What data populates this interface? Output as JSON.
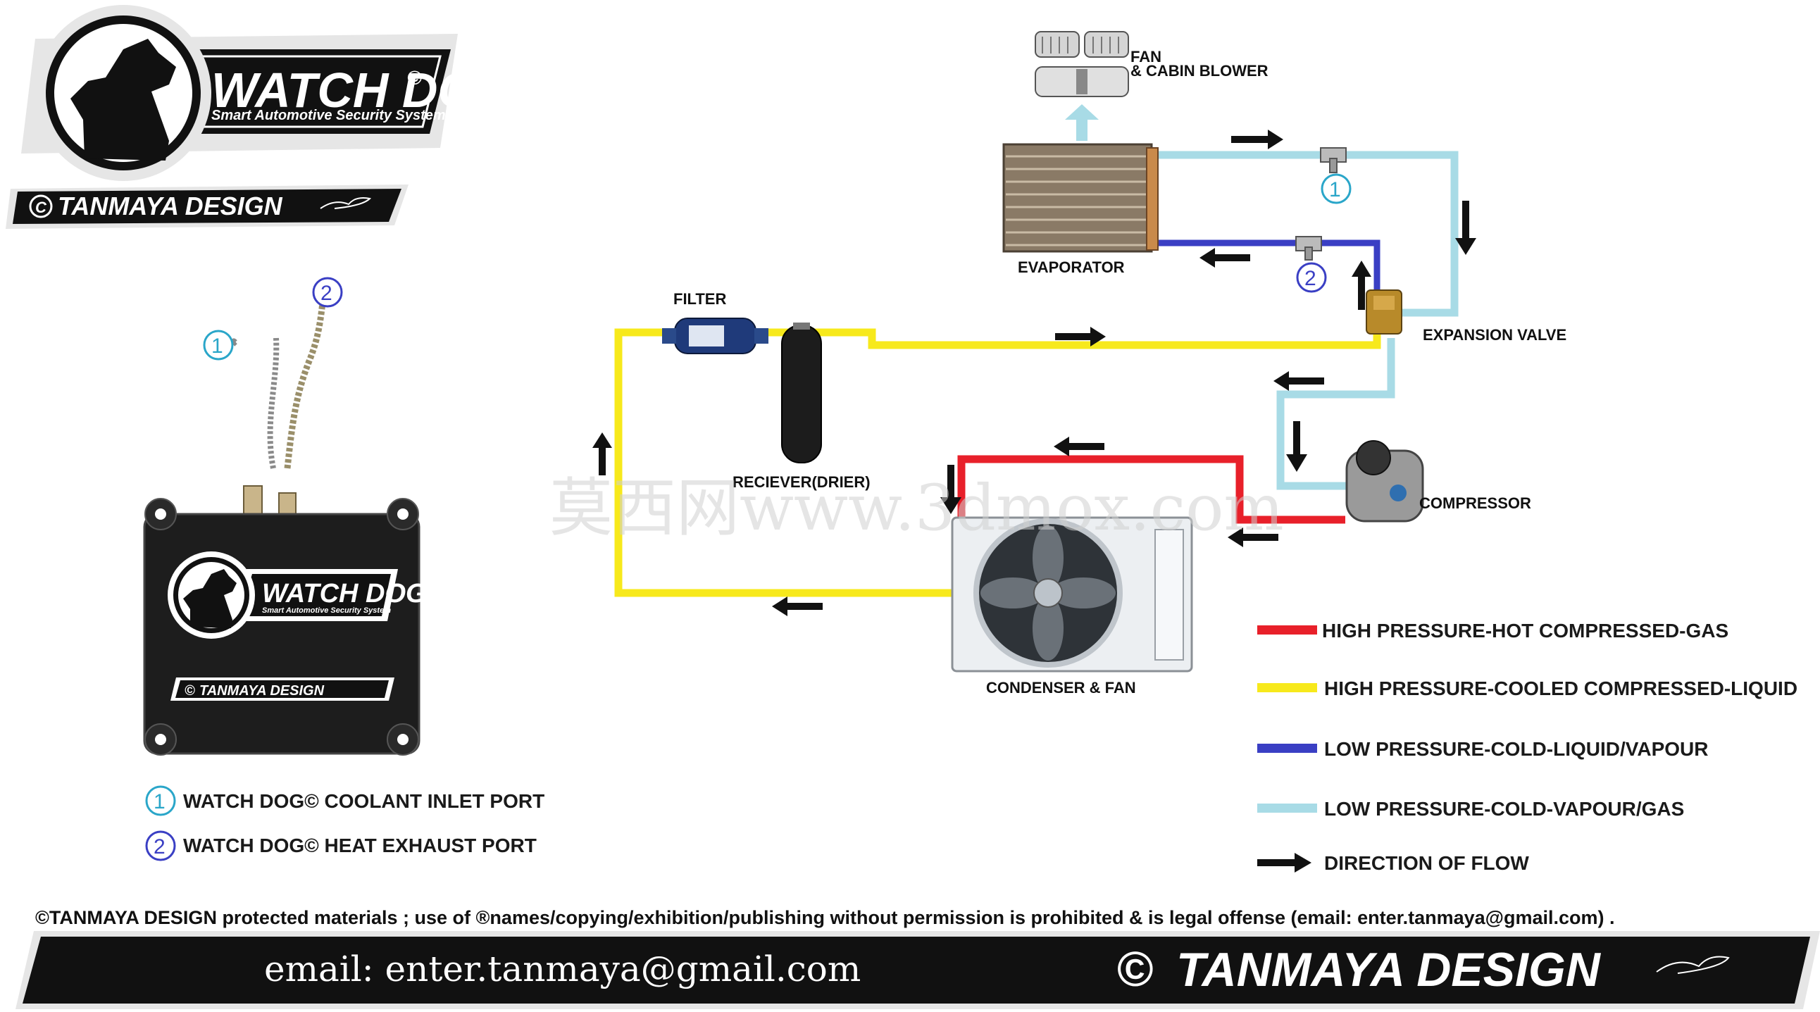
{
  "logo": {
    "title": "WATCH DOG",
    "copyright_mark": "©",
    "subtitle": "Smart Automotive Security System",
    "designer": "TANMAYA DESIGN"
  },
  "device": {
    "title": "WATCH DOG",
    "subtitle": "Smart Automotive Security System",
    "designer": "TANMAYA DESIGN"
  },
  "port_markers": {
    "inlet": "1",
    "exhaust": "2"
  },
  "ports": [
    {
      "num": "1",
      "label": "WATCH DOG© COOLANT INLET PORT"
    },
    {
      "num": "2",
      "label": "WATCH DOG© HEAT EXHAUST PORT"
    }
  ],
  "components": {
    "fan_line1": "FAN",
    "fan_line2": "& CABIN BLOWER",
    "evaporator": "EVAPORATOR",
    "expansion_valve": "EXPANSION VALVE",
    "filter": "FILTER",
    "receiver": "RECIEVER(DRIER)",
    "compressor": "COMPRESSOR",
    "condenser": "CONDENSER & FAN"
  },
  "circuit_markers": {
    "evaporator_out": "1",
    "evaporator_in": "2"
  },
  "legend": [
    {
      "label": "HIGH PRESSURE-HOT COMPRESSED-GAS",
      "color": "#e8202a"
    },
    {
      "label": "HIGH PRESSURE-COOLED COMPRESSED-LIQUID",
      "color": "#f7e91c"
    },
    {
      "label": "LOW PRESSURE-COLD-LIQUID/VAPOUR",
      "color": "#3a3fc4"
    },
    {
      "label": "LOW PRESSURE-COLD-VAPOUR/GAS",
      "color": "#a8dbe6"
    },
    {
      "label": "DIRECTION OF FLOW",
      "color": "#000000"
    }
  ],
  "watermark": "莫西网www.3dmox.com",
  "copyright_notice": "©TANMAYA DESIGN protected materials ; use of ®names/copying/exhibition/publishing without permission is prohibited & is legal offense (email: enter.tanmaya@gmail.com) .",
  "footer": {
    "email": "email: enter.tanmaya@gmail.com",
    "brand": "TANMAYA DESIGN",
    "copyright_symbol": "©"
  },
  "colors": {
    "high_hot_gas": "#e8202a",
    "high_cool_liquid": "#f7e91c",
    "low_liquid_vapour": "#3a3fc4",
    "low_vapour_gas": "#a8dbe6"
  }
}
